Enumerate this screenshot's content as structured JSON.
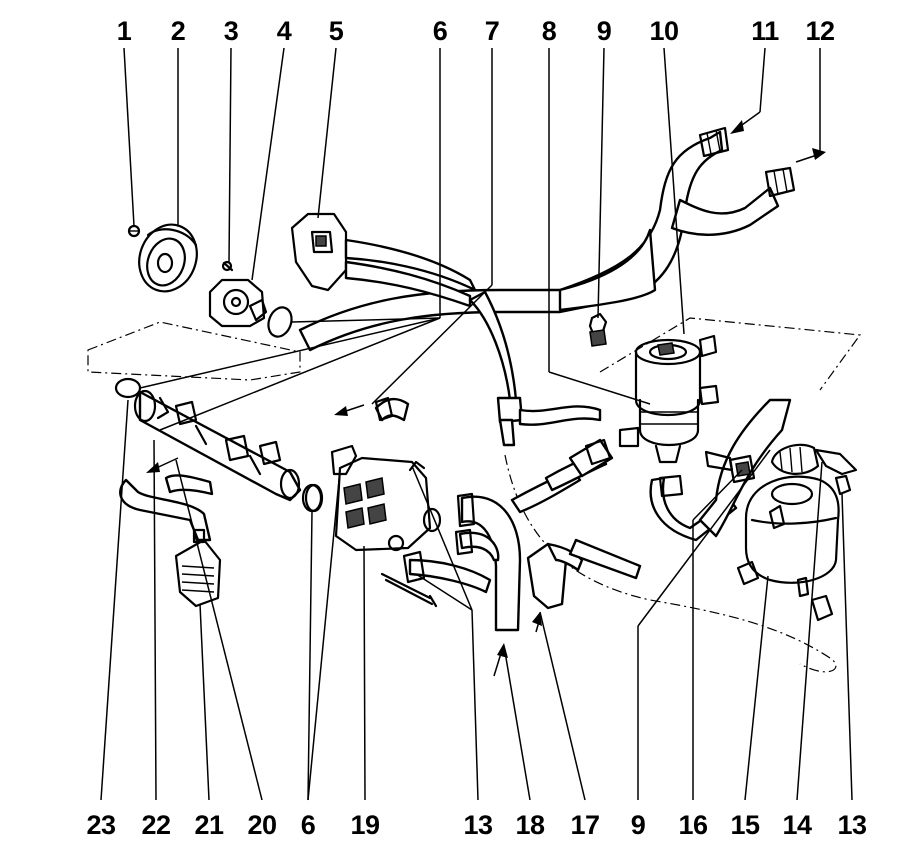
{
  "callouts_top": [
    "1",
    "2",
    "3",
    "4",
    "5",
    "6",
    "7",
    "8",
    "9",
    "10",
    "11",
    "12"
  ],
  "callouts_bottom": [
    "23",
    "22",
    "21",
    "20",
    "6",
    "19",
    "13",
    "18",
    "17",
    "9",
    "16",
    "15",
    "14",
    "13"
  ]
}
